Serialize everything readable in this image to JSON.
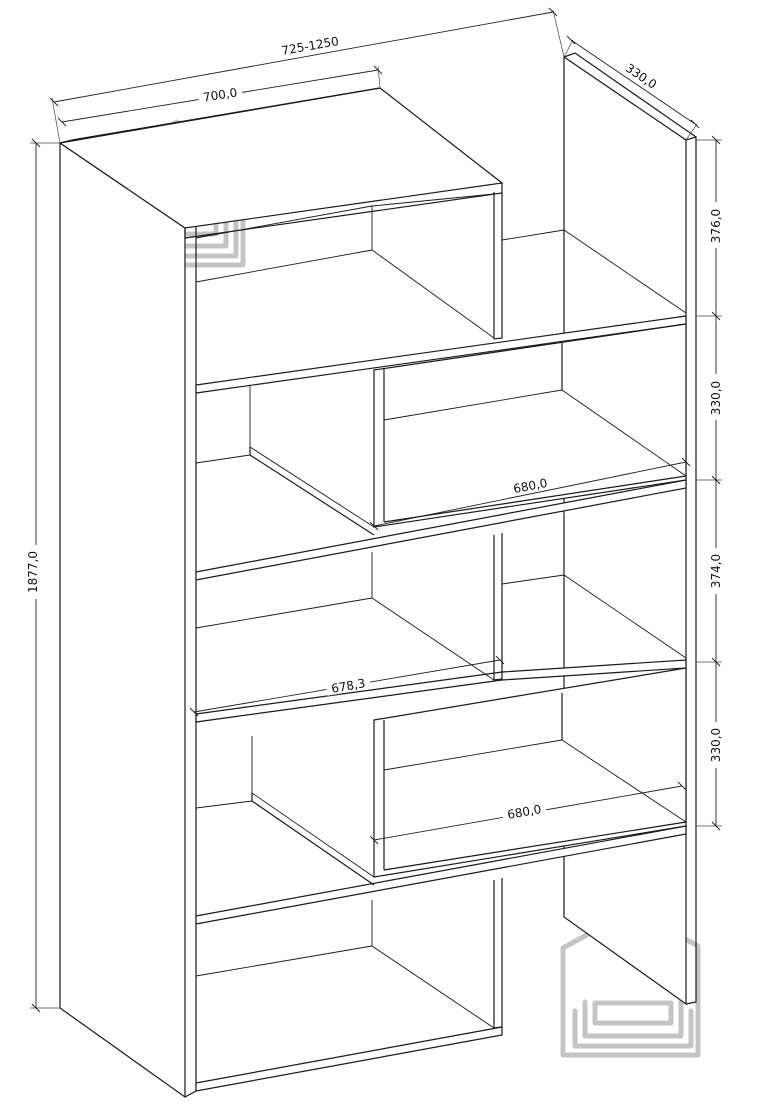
{
  "dimensions": {
    "total_width_range": "725-1250",
    "top_unit_width": "700,0",
    "depth": "330,0",
    "total_height": "1877,0",
    "compartment_heights": [
      "376,0",
      "330,0",
      "374,0",
      "330,0"
    ],
    "shelf_width_upper": "680,0",
    "shelf_width_middle": "678,3",
    "shelf_width_lower": "680,0"
  },
  "colors": {
    "line": "#1a1a1a",
    "watermark": "#c4c4c4"
  },
  "watermarks": [
    {
      "icon": "house-with-sofa-icon"
    },
    {
      "icon": "house-with-sofa-icon"
    }
  ]
}
